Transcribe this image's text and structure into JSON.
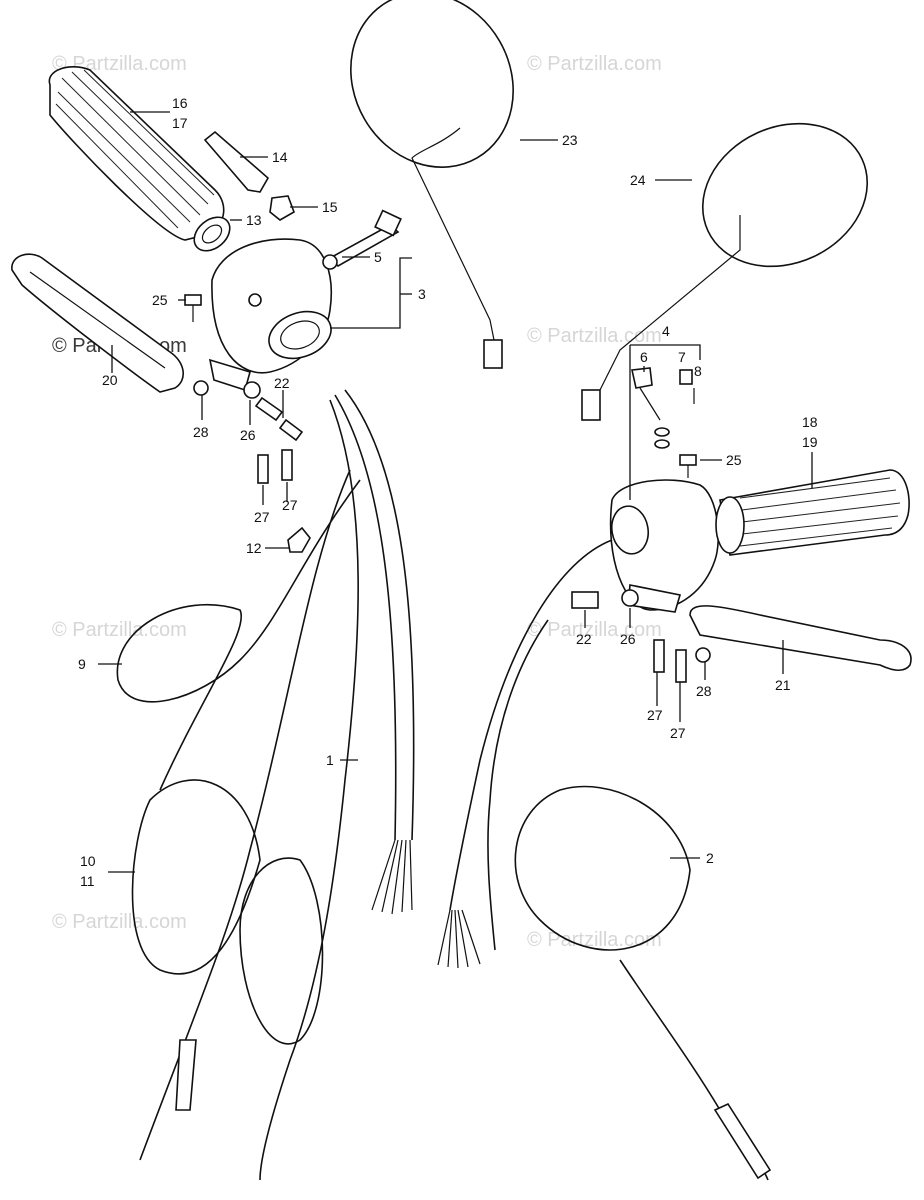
{
  "watermarks": [
    "© Partzilla.com",
    "© Partzilla.com",
    "© Partzilla.com",
    "© Partzilla.com",
    "© Partzilla.com",
    "© Partzilla.com",
    "© Partzilla.com",
    "© Partzilla.com"
  ],
  "callouts": {
    "c16": "16",
    "c17": "17",
    "c14": "14",
    "c15": "15",
    "c13": "13",
    "c5": "5",
    "c3": "3",
    "c25a": "25",
    "c20": "20",
    "c28a": "28",
    "c26a": "26",
    "c22a": "22",
    "c27a": "27",
    "c27b": "27",
    "c12": "12",
    "c9": "9",
    "c10": "10",
    "c11": "11",
    "c1": "1",
    "c23": "23",
    "c24": "24",
    "c4": "4",
    "c6": "6",
    "c7": "7",
    "c8": "8",
    "c18": "18",
    "c19": "19",
    "c25b": "25",
    "c22b": "22",
    "c26b": "26",
    "c28b": "28",
    "c21": "21",
    "c27c": "27",
    "c27d": "27",
    "c2": "2"
  }
}
